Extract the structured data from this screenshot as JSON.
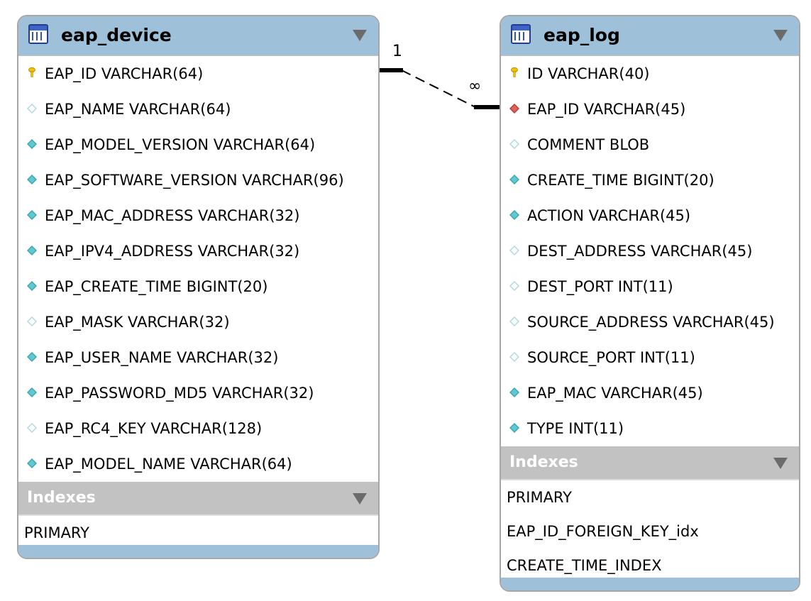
{
  "tables": [
    {
      "name": "eap_device",
      "columns": [
        {
          "text": "EAP_ID VARCHAR(64)",
          "icon": "primary-key-icon"
        },
        {
          "text": "EAP_NAME VARCHAR(64)",
          "icon": "nullable-column-icon"
        },
        {
          "text": "EAP_MODEL_VERSION VARCHAR(64)",
          "icon": "not-null-column-icon"
        },
        {
          "text": "EAP_SOFTWARE_VERSION VARCHAR(96)",
          "icon": "not-null-column-icon"
        },
        {
          "text": "EAP_MAC_ADDRESS VARCHAR(32)",
          "icon": "not-null-column-icon"
        },
        {
          "text": "EAP_IPV4_ADDRESS VARCHAR(32)",
          "icon": "not-null-column-icon"
        },
        {
          "text": "EAP_CREATE_TIME BIGINT(20)",
          "icon": "not-null-column-icon"
        },
        {
          "text": "EAP_MASK VARCHAR(32)",
          "icon": "nullable-column-icon"
        },
        {
          "text": "EAP_USER_NAME VARCHAR(32)",
          "icon": "not-null-column-icon"
        },
        {
          "text": "EAP_PASSWORD_MD5 VARCHAR(32)",
          "icon": "not-null-column-icon"
        },
        {
          "text": "EAP_RC4_KEY VARCHAR(128)",
          "icon": "nullable-column-icon"
        },
        {
          "text": "EAP_MODEL_NAME VARCHAR(64)",
          "icon": "not-null-column-icon"
        }
      ],
      "indexes_label": "Indexes",
      "indexes": [
        "PRIMARY"
      ]
    },
    {
      "name": "eap_log",
      "columns": [
        {
          "text": "ID VARCHAR(40)",
          "icon": "primary-key-icon"
        },
        {
          "text": "EAP_ID VARCHAR(45)",
          "icon": "foreign-key-icon"
        },
        {
          "text": "COMMENT BLOB",
          "icon": "nullable-column-icon"
        },
        {
          "text": "CREATE_TIME BIGINT(20)",
          "icon": "not-null-column-icon"
        },
        {
          "text": "ACTION VARCHAR(45)",
          "icon": "not-null-column-icon"
        },
        {
          "text": "DEST_ADDRESS VARCHAR(45)",
          "icon": "nullable-column-icon"
        },
        {
          "text": "DEST_PORT INT(11)",
          "icon": "nullable-column-icon"
        },
        {
          "text": "SOURCE_ADDRESS VARCHAR(45)",
          "icon": "nullable-column-icon"
        },
        {
          "text": "SOURCE_PORT INT(11)",
          "icon": "nullable-column-icon"
        },
        {
          "text": "EAP_MAC VARCHAR(45)",
          "icon": "not-null-column-icon"
        },
        {
          "text": "TYPE INT(11)",
          "icon": "not-null-column-icon"
        }
      ],
      "indexes_label": "Indexes",
      "indexes": [
        "PRIMARY",
        "EAP_ID_FOREIGN_KEY_idx",
        "CREATE_TIME_INDEX"
      ]
    }
  ],
  "relationship": {
    "from_cardinality": "1",
    "to_cardinality": "∞"
  },
  "colors": {
    "header": "#9ec0d9",
    "index_header": "#c2c2c2",
    "not_null": "#5fc9d3",
    "nullable_outline": "#a9d9df",
    "foreign_key": "#e0605a",
    "primary_key": "#f2c200"
  }
}
